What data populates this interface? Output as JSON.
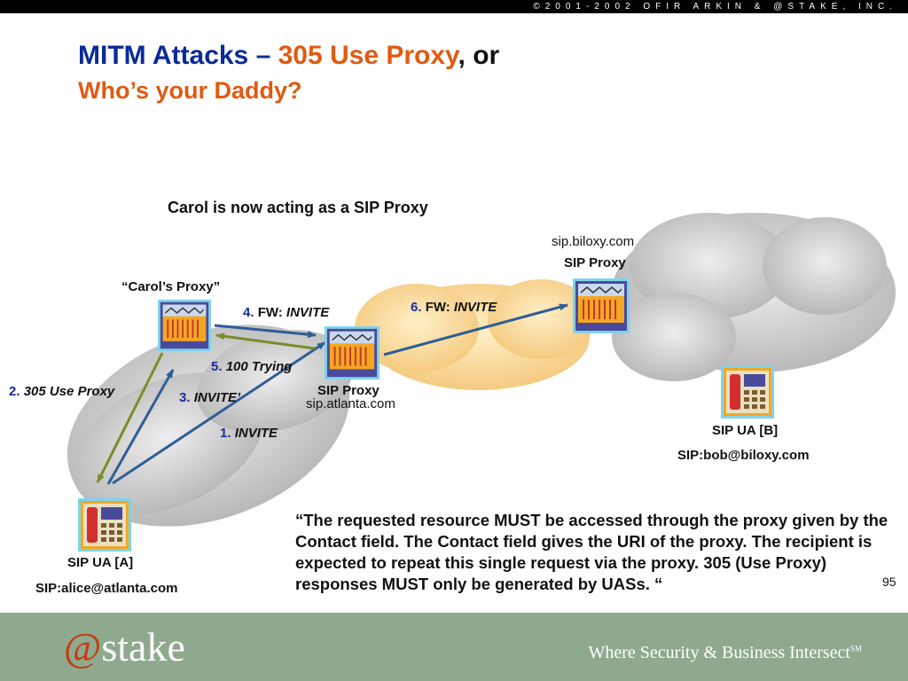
{
  "header": {
    "copyright": "©2001-2002 OFIR ARKIN & @STAKE, INC."
  },
  "slide": {
    "title_part1": "MITM Attacks – ",
    "title_part2": "305 Use Proxy",
    "title_part3": ", or",
    "subtitle": "Who’s your Daddy?",
    "caption": "Carol is now acting as a SIP Proxy",
    "page_number": "95"
  },
  "nodes": {
    "biloxy_domain": "sip.biloxy.com",
    "biloxy_label": "SIP Proxy",
    "carol_label": "“Carol’s Proxy”",
    "atlanta_label": "SIP Proxy",
    "atlanta_domain": "sip.atlanta.com",
    "ua_b_label": "SIP UA [B]",
    "ua_b_uri": "SIP:bob@biloxy.com",
    "ua_a_label": "SIP UA [A]",
    "ua_a_uri": "SIP:alice@atlanta.com"
  },
  "messages": {
    "m1_num": "1.",
    "m1_text": "INVITE",
    "m2_num": "2.",
    "m2_text": "305 Use Proxy",
    "m3_num": "3.",
    "m3_text": "INVITE’",
    "m4_num": "4.",
    "m4_prefix": "FW:",
    "m4_text": "INVITE",
    "m5_num": "5.",
    "m5_text": "100 Trying",
    "m6_num": "6.",
    "m6_prefix": "FW:",
    "m6_text": "INVITE"
  },
  "quote": "“The requested resource MUST be accessed through the proxy given by the Contact field. The Contact field gives the URI of the proxy. The recipient is expected to repeat this single request via the proxy. 305 (Use Proxy) responses MUST only be generated by UASs. “",
  "footer": {
    "logo_at": "@",
    "logo_text": "stake",
    "tagline": "Where Security & Business Intersect",
    "tagline_mark": "SM"
  },
  "colors": {
    "title_blue": "#0b2a9a",
    "title_orange": "#e05a12",
    "arrow_blue": "#2e5e96",
    "arrow_olive": "#7b8c2a",
    "footer_green": "#8fa98e"
  },
  "icons": [
    "proxy-server-icon",
    "sip-phone-icon"
  ]
}
